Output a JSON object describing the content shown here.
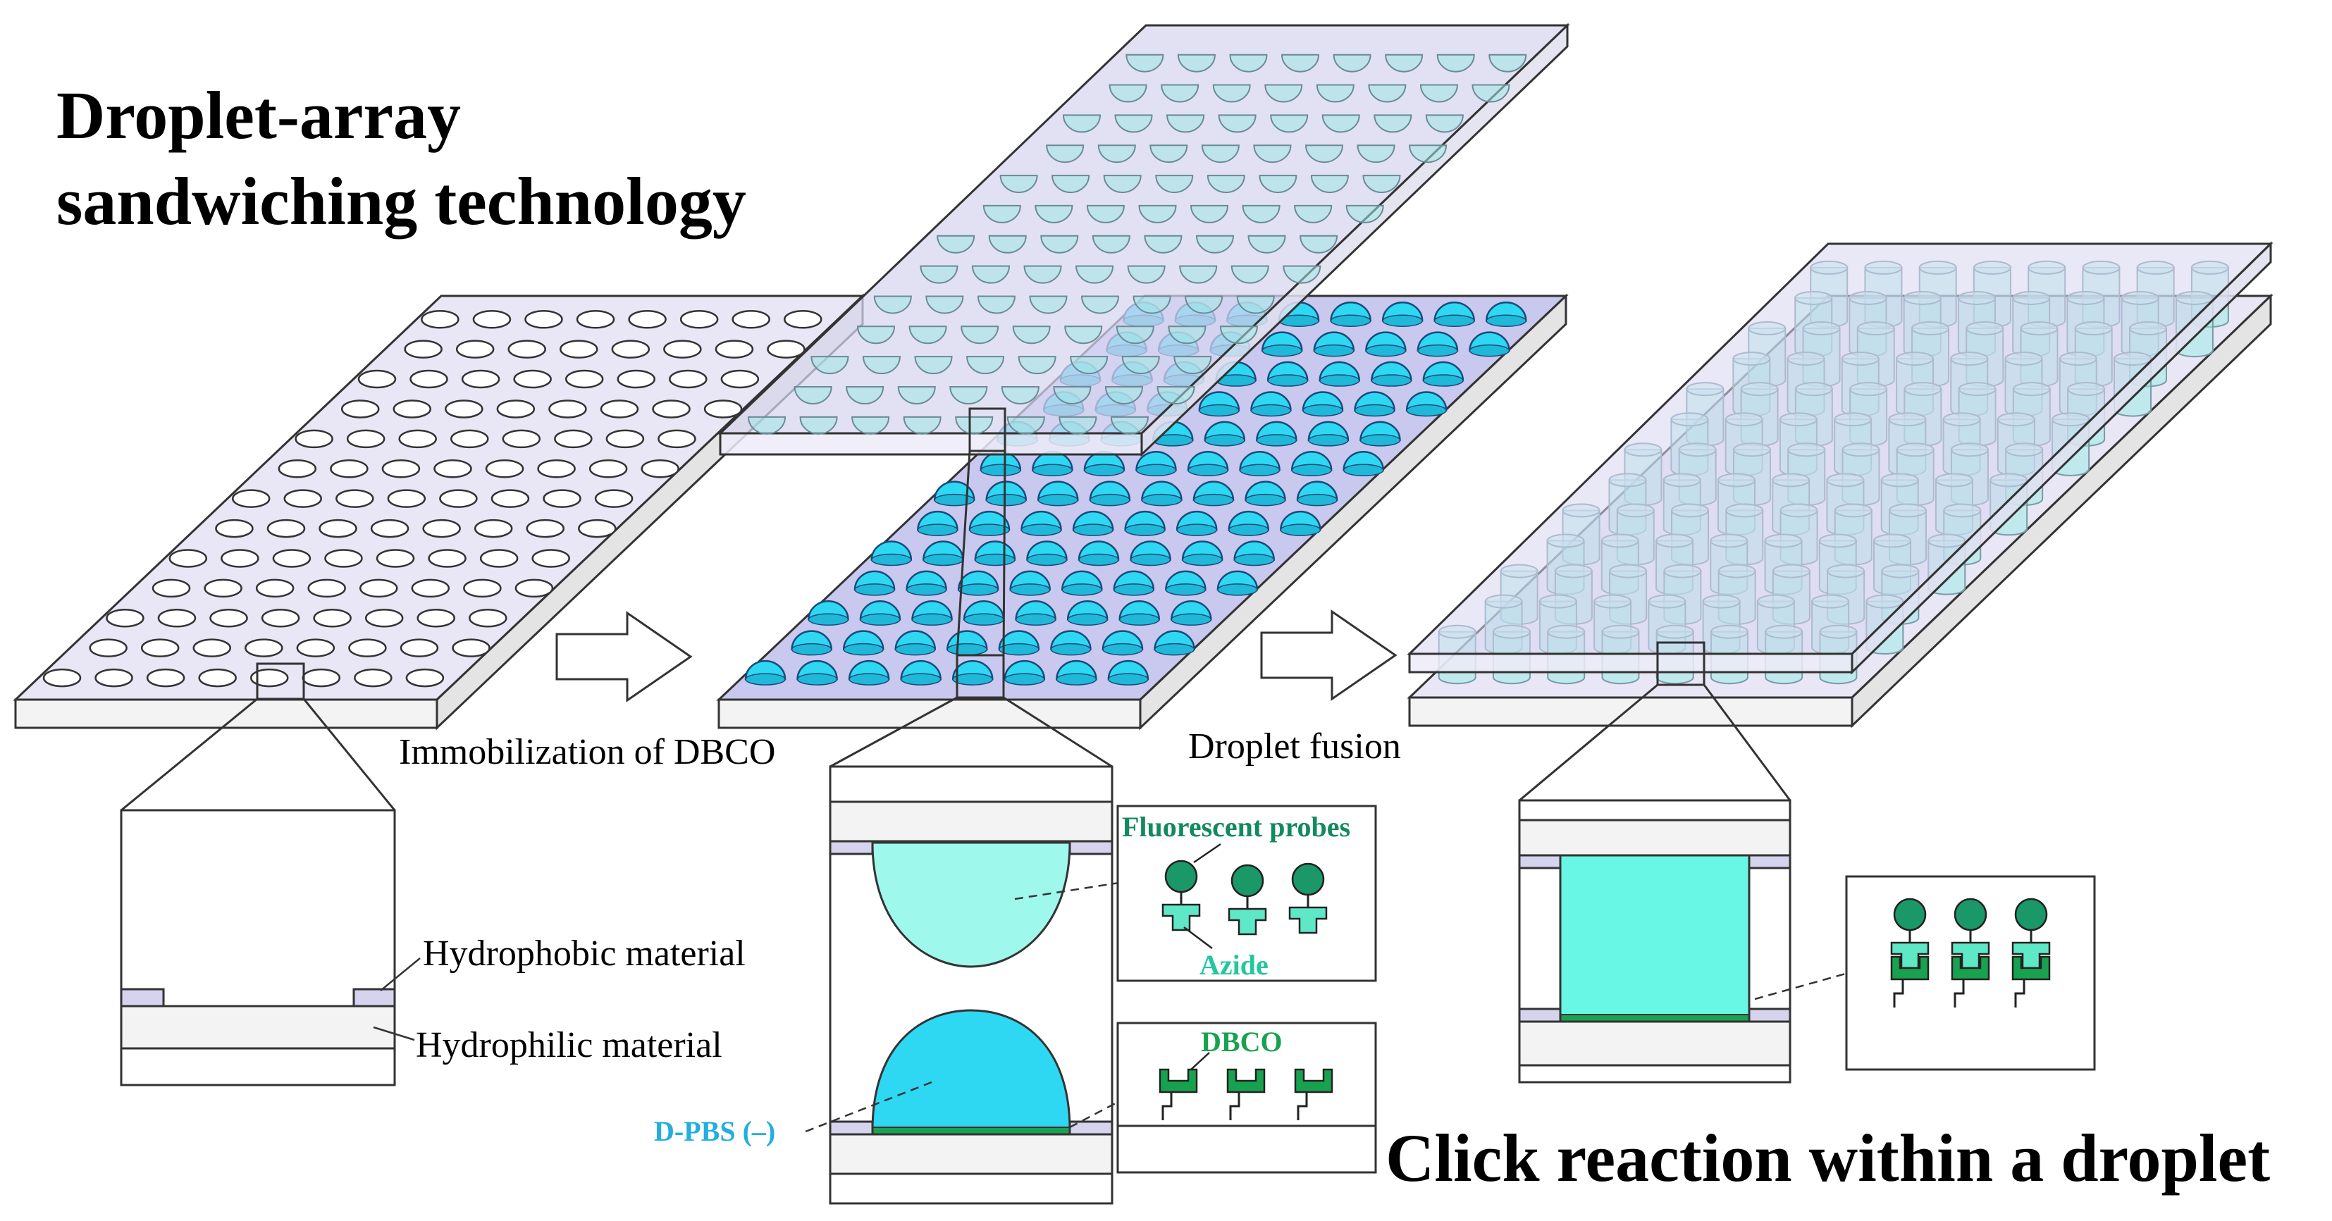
{
  "title": {
    "line1": "Droplet-array",
    "line2": "sandwiching technology"
  },
  "click_title": "Click reaction within a droplet",
  "steps": {
    "immobilization": "Immobilization of DBCO",
    "fusion": "Droplet fusion"
  },
  "materials": {
    "hydrophobic": "Hydrophobic material",
    "hydrophilic": "Hydrophilic material"
  },
  "chemistry": {
    "fluorescent_probes": "Fluorescent probes",
    "azide": "Azide",
    "dbco": "DBCO",
    "dpbs": "D-PBS (–)"
  },
  "colors": {
    "plate_top": "#e9e7f6",
    "plate_side": "#f3f3f3",
    "dbco_plate_top": "#c9c8ef",
    "droplet_blue": "#2ed8f3",
    "droplet_aqua": "#9ff8ec",
    "fused_droplet": "#67f7e4",
    "hydrophobic": "#d6d3ee",
    "dbco_layer": "#1aa152",
    "probe_dark": "#1b9868",
    "azide_teal": "#5fe8c6",
    "dbco_green": "#18a24f",
    "azide_text": "#22c79f",
    "dpbs_text": "#22aede"
  }
}
